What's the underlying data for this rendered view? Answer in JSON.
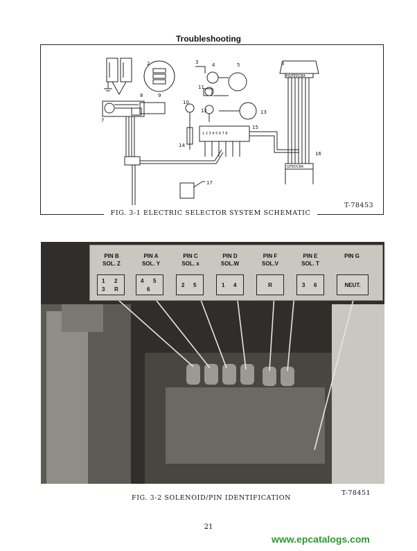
{
  "page": {
    "title": "Troubleshooting",
    "page_number": "21",
    "watermark": "www.epcatalogs.com"
  },
  "figure1": {
    "caption": "FIG. 3-1  ELECTRIC SELECTOR SYSTEM SCHEMATIC",
    "code": "T-78453",
    "callouts": [
      "2",
      "3",
      "4",
      "5",
      "6",
      "7",
      "8",
      "9",
      "10",
      "11",
      "12",
      "13",
      "14",
      "15",
      "16",
      "17"
    ],
    "connector_top_letters": "HGFEDCBA",
    "connector_bottom_letters": "GFEDCBA",
    "terminal_numbers": [
      "1",
      "2",
      "3",
      "4",
      "5",
      "6",
      "7",
      "8"
    ]
  },
  "figure2": {
    "caption": "FIG. 3-2  SOLENOID/PIN IDENTIFICATION",
    "code": "T-78451",
    "pins": [
      {
        "pin": "PIN B",
        "sol": "SOL. Z",
        "box": [
          "1",
          "2",
          "3",
          "R"
        ]
      },
      {
        "pin": "PIN A",
        "sol": "SOL. Y",
        "box": [
          "4",
          "5",
          "6"
        ]
      },
      {
        "pin": "PIN C",
        "sol": "SOL. x",
        "box": [
          "2",
          "5"
        ]
      },
      {
        "pin": "PIN D",
        "sol": "SOL.W",
        "box": [
          "1",
          "4"
        ]
      },
      {
        "pin": "PIN F",
        "sol": "SOL.V",
        "box": [
          "R"
        ]
      },
      {
        "pin": "PIN E",
        "sol": "SOL. T",
        "box": [
          "3",
          "6"
        ]
      },
      {
        "pin": "PIN G",
        "sol": "",
        "box": [
          "NEUT."
        ]
      }
    ]
  }
}
